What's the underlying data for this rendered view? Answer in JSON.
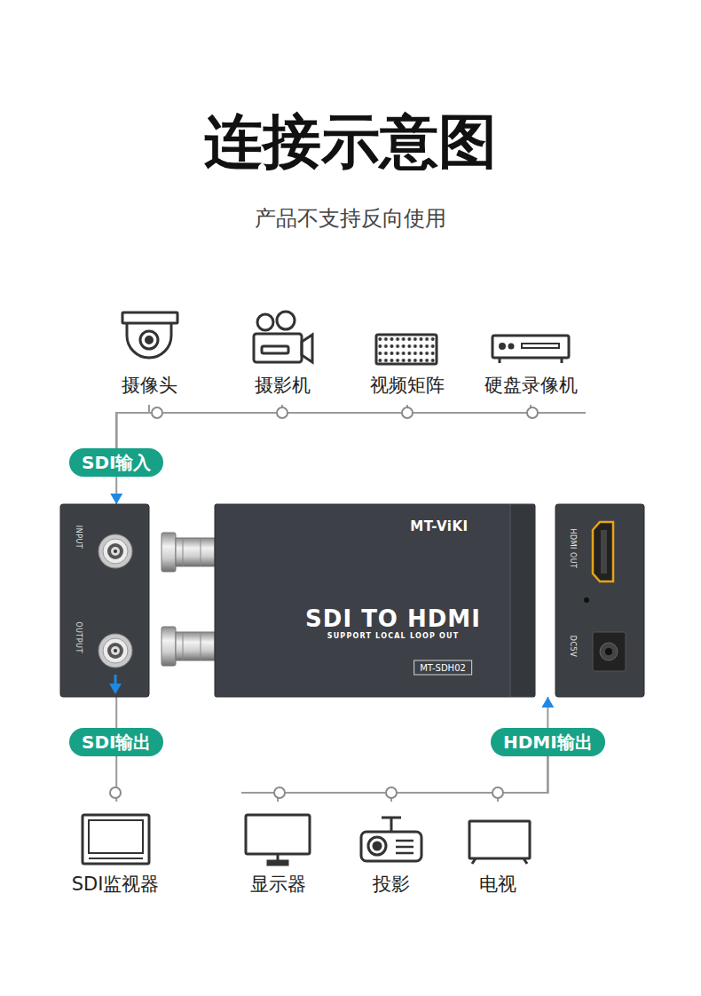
{
  "diagram": {
    "title": "连接示意图",
    "nodes": [
      {
        "text": [
          "摄像头"
        ]
      },
      {
        "text": [
          "摄影机"
        ]
      },
      {
        "text": [
          "视频矩阵"
        ]
      },
      {
        "text": [
          "硬盘录像机"
        ]
      },
      {
        "text": [
          "SDI输入"
        ]
      },
      {
        "text": [
          "INPUT",
          "OUTPUT"
        ]
      },
      {
        "text": [
          "MT-ViKI",
          "SDI TO HDMI",
          "SUPPORT LOCAL LOOP OUT",
          "MT-SDH02"
        ]
      },
      {
        "text": [
          "HDMI OUT",
          "DC5V"
        ]
      },
      {
        "text": [
          "SDI输出"
        ]
      },
      {
        "text": [
          "HDMI输出"
        ]
      },
      {
        "text": [
          "SDI监视器"
        ]
      },
      {
        "text": [
          "显示器"
        ]
      },
      {
        "text": [
          "投影"
        ]
      },
      {
        "text": [
          "电视"
        ]
      }
    ],
    "edges": [
      {
        "from": 0,
        "to": 4,
        "arrow": "none"
      },
      {
        "from": 1,
        "to": 4,
        "arrow": "none"
      },
      {
        "from": 2,
        "to": 4,
        "arrow": "none"
      },
      {
        "from": 3,
        "to": 4,
        "arrow": "none"
      },
      {
        "from": 4,
        "to": 5,
        "arrow": "to"
      },
      {
        "from": 5,
        "to": 8,
        "arrow": "none"
      },
      {
        "from": 9,
        "to": 7,
        "arrow": "to"
      },
      {
        "from": 8,
        "to": 10,
        "arrow": "none"
      },
      {
        "from": 9,
        "to": 11,
        "arrow": "none"
      },
      {
        "from": 9,
        "to": 12,
        "arrow": "none"
      },
      {
        "from": 9,
        "to": 13,
        "arrow": "none"
      }
    ],
    "labels": [
      "产品不支持反向使用"
    ]
  }
}
